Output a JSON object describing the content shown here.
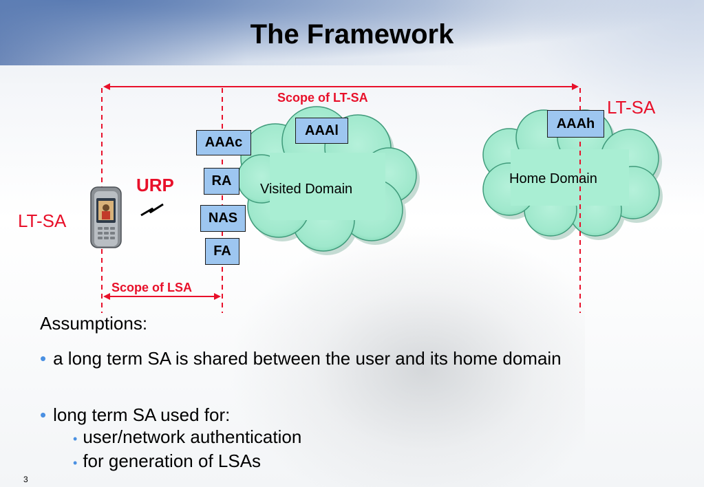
{
  "slide": {
    "title": "The Framework",
    "page_number": "3"
  },
  "diagram": {
    "scope_lt_sa_label": "Scope of LT-SA",
    "scope_lsa_label": "Scope of LSA",
    "lt_sa_right_label": "LT-SA",
    "lt_sa_left_label": "LT-SA",
    "urp_label": "URP",
    "visited_domain_label": "Visited Domain",
    "home_domain_label": "Home Domain",
    "boxes": {
      "aaac": "AAAc",
      "aaal": "AAAl",
      "aaah": "AAAh",
      "ra": "RA",
      "nas": "NAS",
      "fa": "FA"
    },
    "colors": {
      "scope_red": "#e8102a",
      "box_fill": "#9dc6f0",
      "cloud_fill": "#9fe8cc",
      "bullet_blue": "#4a90e2"
    }
  },
  "text": {
    "assumptions_heading": "Assumptions:",
    "bullets": [
      "a long term SA is shared between the user and its home domain",
      "long term SA used for:"
    ],
    "sub_bullets": [
      "user/network authentication",
      "for generation of LSAs"
    ]
  }
}
